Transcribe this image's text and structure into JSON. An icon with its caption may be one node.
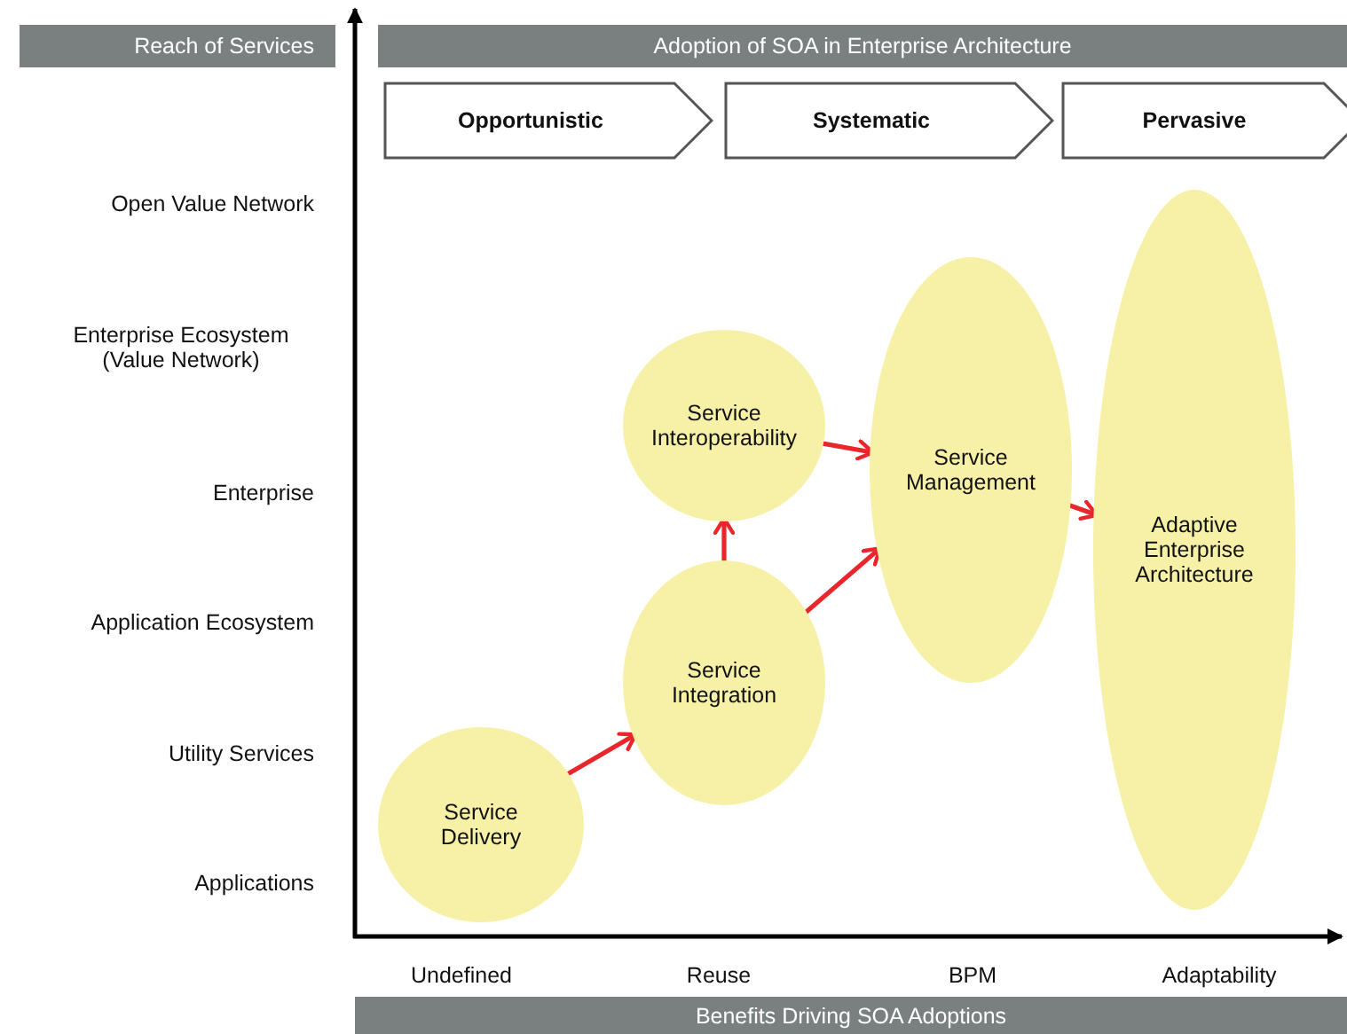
{
  "diagram": {
    "nodes": [
      {
        "text": [
          "Reach of Services"
        ]
      },
      {
        "text": [
          "Adoption of SOA in Enterprise Architecture"
        ]
      },
      {
        "text": [
          "Opportunistic"
        ]
      },
      {
        "text": [
          "Systematic"
        ]
      },
      {
        "text": [
          "Pervasive"
        ]
      },
      {
        "text": [
          "Service Delivery"
        ]
      },
      {
        "text": [
          "Service Integration"
        ]
      },
      {
        "text": [
          "Service Interoperability"
        ]
      },
      {
        "text": [
          "Service Management"
        ]
      },
      {
        "text": [
          "Adaptive Enterprise Architecture"
        ]
      },
      {
        "text": [
          "Benefits Driving SOA Adoptions"
        ]
      }
    ],
    "edges": [
      {
        "from": 5,
        "to": 6,
        "arrow": "to"
      },
      {
        "from": 6,
        "to": 7,
        "arrow": "to"
      },
      {
        "from": 7,
        "to": 8,
        "arrow": "to"
      },
      {
        "from": 6,
        "to": 8,
        "arrow": "to"
      },
      {
        "from": 8,
        "to": 9,
        "arrow": "to"
      }
    ],
    "labels": [
      "Open Value Network",
      "Enterprise Ecosystem (Value Network)",
      "Enterprise",
      "Application Ecosystem",
      "Utility Services",
      "Applications",
      "Undefined",
      "Reuse",
      "BPM",
      "Adaptability"
    ]
  }
}
